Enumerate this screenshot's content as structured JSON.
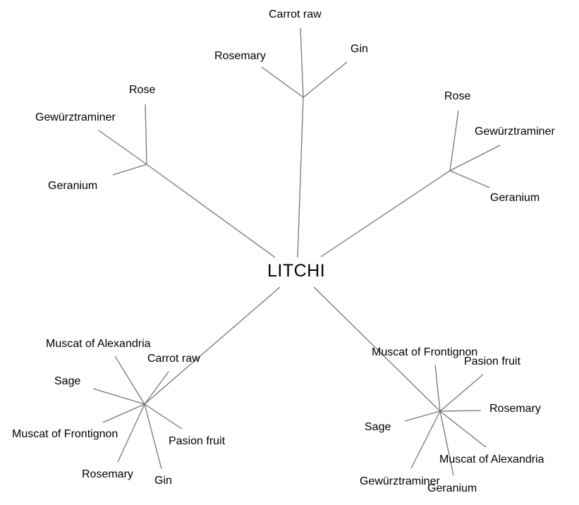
{
  "root": "LITCHI",
  "clusters": {
    "top": [
      "Carrot raw",
      "Rosemary",
      "Gin"
    ],
    "upper_left": [
      "Rose",
      "Gewürztraminer",
      "Geranium"
    ],
    "upper_right": [
      "Rose",
      "Gewürztraminer",
      "Geranium"
    ],
    "lower_left": [
      "Muscat of Alexandria",
      "Carrot raw",
      "Sage",
      "Muscat of Frontignon",
      "Pasion fruit",
      "Rosemary",
      "Gin"
    ],
    "lower_right": [
      "Muscat of Frontignon",
      "Pasion fruit",
      "Rosemary",
      "Sage",
      "Muscat of Alexandria",
      "Gewürztraminer",
      "Geranium"
    ]
  }
}
